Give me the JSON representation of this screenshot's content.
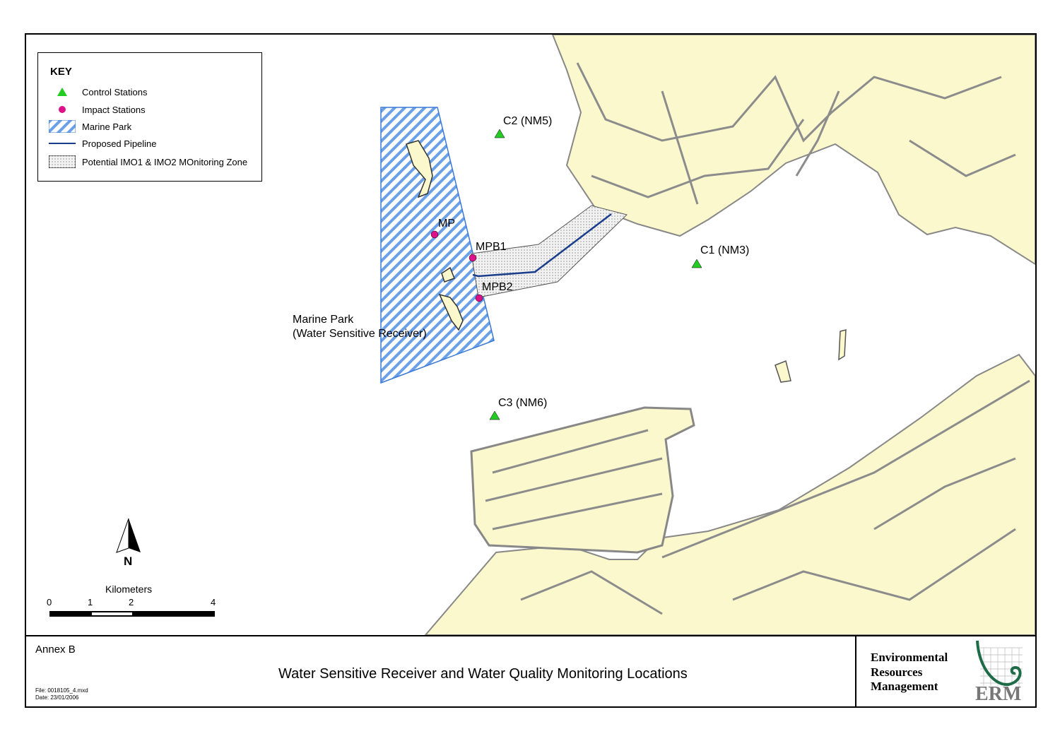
{
  "key": {
    "title": "KEY",
    "items": [
      {
        "label": "Control Stations",
        "icon": "green-triangle-icon"
      },
      {
        "label": "Impact Stations",
        "icon": "magenta-dot-icon"
      },
      {
        "label": "Marine Park",
        "icon": "blue-hatch-icon"
      },
      {
        "label": "Proposed Pipeline",
        "icon": "blue-line-icon"
      },
      {
        "label": "Potential IMO1 & IMO2 MOnitoring Zone",
        "icon": "stipple-box-icon"
      }
    ]
  },
  "stations": {
    "c1": "C1 (NM3)",
    "c2": "C2 (NM5)",
    "c3": "C3 (NM6)",
    "mp": "MP",
    "mpb1": "MPB1",
    "mpb2": "MPB2"
  },
  "marine_park_label": [
    "Marine Park",
    "(Water Sensitive Receiver)"
  ],
  "north": "N",
  "scale": {
    "title": "Kilometers",
    "ticks": [
      "0",
      "1",
      "2",
      "4"
    ]
  },
  "footer": {
    "annex": "Annex B",
    "title": "Water Sensitive Receiver and Water Quality Monitoring Locations",
    "file": "File: 0018105_4.mxd",
    "date": "Date: 23/01/2006"
  },
  "logo": {
    "lines": [
      "Environmental",
      "Resources",
      "Management"
    ],
    "abbr": "ERM"
  },
  "colors": {
    "land": "#fbf8cd",
    "roads": "#8c8c8c",
    "park": "#3a78d8",
    "pipeline": "#1a3e8c",
    "control": "#22cc22",
    "impact": "#dd1188",
    "logo_green": "#1e6b47"
  }
}
